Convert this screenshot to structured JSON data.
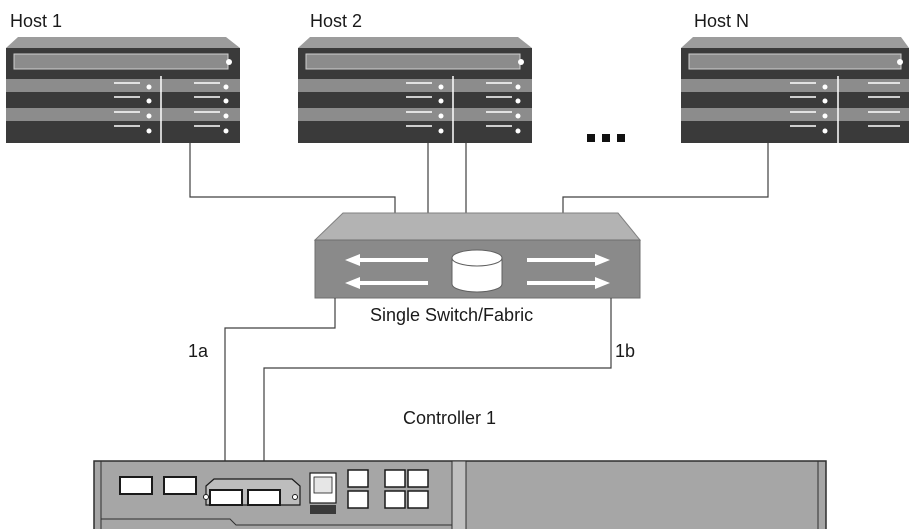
{
  "hosts": [
    {
      "label": "Host 1"
    },
    {
      "label": "Host 2"
    },
    {
      "label": "Host N"
    }
  ],
  "ellipsis": "...",
  "switch": {
    "label": "Single Switch/Fabric"
  },
  "controller": {
    "label": "Controller 1"
  },
  "ports": {
    "a": "1a",
    "b": "1b"
  },
  "colors": {
    "chassis": "#3a3a3a",
    "chassis_light": "#8c8c8c",
    "panel": "#a6a6a6",
    "switch_top": "#b3b3b3",
    "switch_front": "#8a8a8a",
    "line": "#404040"
  }
}
